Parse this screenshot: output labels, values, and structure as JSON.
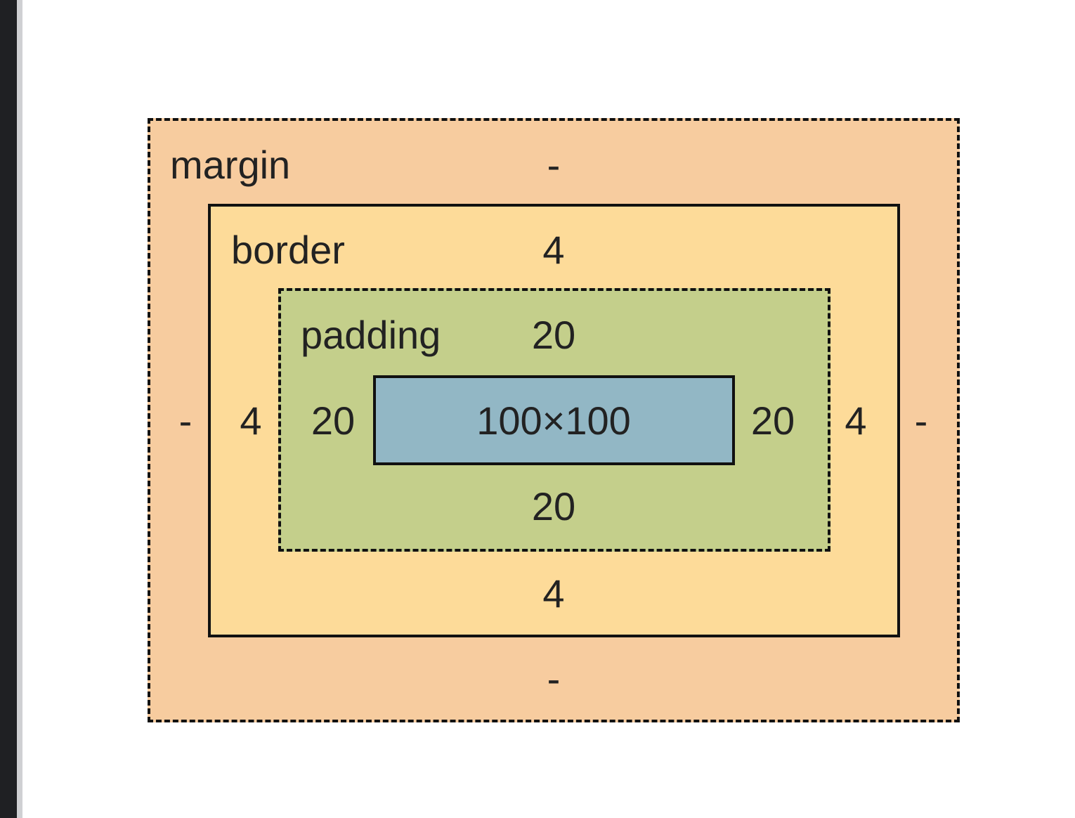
{
  "box_model": {
    "colors": {
      "margin_fill": "#f7cc9f",
      "border_fill": "#fddb99",
      "padding_fill": "#c4cf8b",
      "content_fill": "#92b7c5",
      "stroke": "#111111",
      "text": "#222222"
    },
    "margin": {
      "label": "margin",
      "top": "-",
      "right": "-",
      "bottom": "-",
      "left": "-"
    },
    "border": {
      "label": "border",
      "top": "4",
      "right": "4",
      "bottom": "4",
      "left": "4"
    },
    "padding": {
      "label": "padding",
      "top": "20",
      "right": "20",
      "bottom": "20",
      "left": "20"
    },
    "content": {
      "size": "100×100"
    }
  }
}
